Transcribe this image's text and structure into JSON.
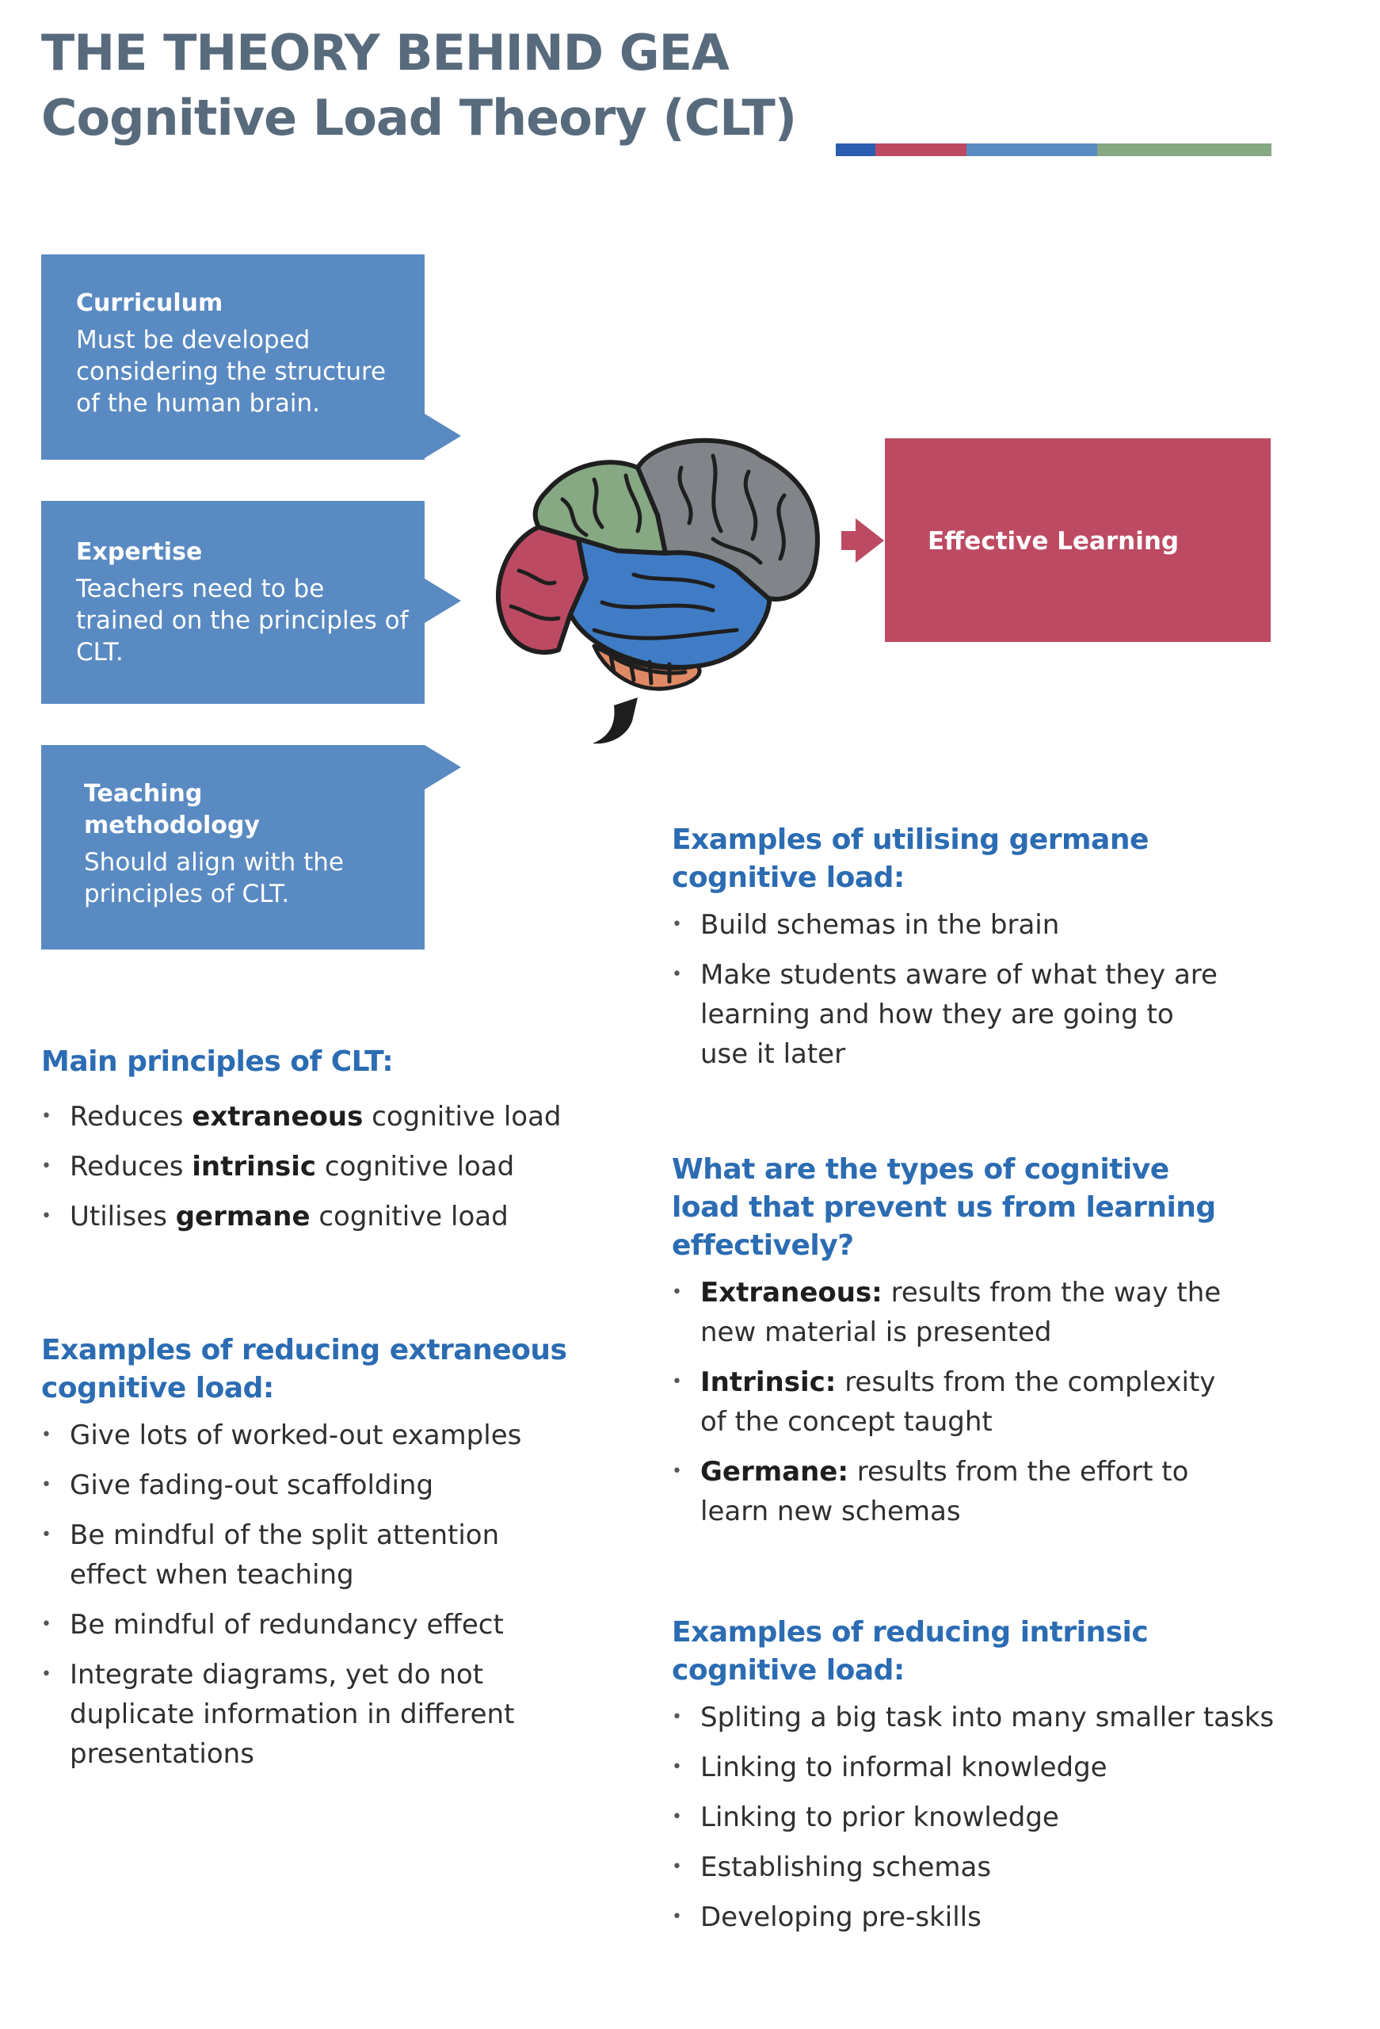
{
  "header": {
    "title_line1": "THE THEORY BEHIND GEA",
    "title_line2": "Cognitive Load Theory (CLT)",
    "bar_colors": [
      "#2a5db0",
      "#bd4a63",
      "#5a8ac2",
      "#86a882"
    ]
  },
  "boxes": {
    "curriculum": {
      "title": "Curriculum",
      "text": "Must be developed considering the structure of the human brain."
    },
    "expertise": {
      "title": "Expertise",
      "text": "Teachers need to be trained on the principles of CLT."
    },
    "teaching": {
      "title": "Teaching methodology",
      "text": "Should align with the principles of CLT."
    },
    "effective": {
      "label": "Effective Learning"
    }
  },
  "colors": {
    "box_blue": "#5a8ac2",
    "effective_red": "#bd4a63",
    "heading_blue": "#2b6cb3",
    "title_gray": "#586b7d"
  },
  "brain": {
    "icon": "brain-icon",
    "region_colors": [
      "#818589",
      "#86a882",
      "#bd4a63",
      "#3f7cc5",
      "#e08a65"
    ]
  },
  "principles": {
    "heading": "Main principles of CLT:",
    "items": [
      {
        "pre": "Reduces ",
        "bold": "extraneous",
        "post": " cognitive load"
      },
      {
        "pre": "Reduces ",
        "bold": "intrinsic",
        "post": " cognitive load"
      },
      {
        "pre": "Utilises ",
        "bold": "germane",
        "post": " cognitive load"
      }
    ]
  },
  "extraneous": {
    "heading": "Examples of reducing extraneous cognitive load:",
    "items": [
      "Give lots of worked-out examples",
      "Give fading-out scaffolding",
      "Be mindful of the split attention effect when teaching",
      "Be mindful of redundancy effect",
      "Integrate diagrams, yet do not duplicate information in different presentations"
    ]
  },
  "germane": {
    "heading": "Examples of utilising germane cognitive load:",
    "items": [
      "Build schemas in the brain",
      "Make students aware of what they are learning and how they are going to use it later"
    ]
  },
  "types": {
    "heading": "What are the types of cognitive load that prevent us from learning effectively?",
    "items": [
      {
        "bold": "Extraneous:",
        "post": " results from the way the new material is presented"
      },
      {
        "bold": "Intrinsic:",
        "post": " results from the complexity of the concept taught"
      },
      {
        "bold": "Germane:",
        "post": " results from the effort to learn new schemas"
      }
    ]
  },
  "intrinsic": {
    "heading": "Examples of reducing intrinsic cognitive load:",
    "items": [
      "Spliting a big task into many smaller tasks",
      "Linking to informal knowledge",
      "Linking to prior knowledge",
      "Establishing schemas",
      "Developing pre-skills"
    ]
  }
}
